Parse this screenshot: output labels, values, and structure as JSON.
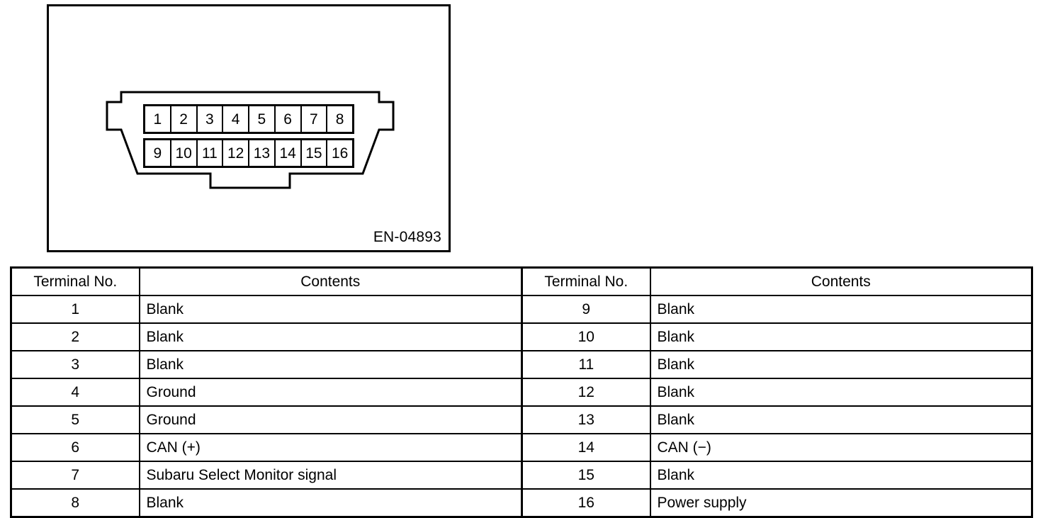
{
  "figure": {
    "code_label": "EN-04893",
    "connector_name": "data-link-connector",
    "pin_rows": [
      [
        "1",
        "2",
        "3",
        "4",
        "5",
        "6",
        "7",
        "8"
      ],
      [
        "9",
        "10",
        "11",
        "12",
        "13",
        "14",
        "15",
        "16"
      ]
    ]
  },
  "table": {
    "headers": {
      "terminal": "Terminal No.",
      "contents": "Contents"
    },
    "left_rows": [
      {
        "terminal": "1",
        "contents": "Blank"
      },
      {
        "terminal": "2",
        "contents": "Blank"
      },
      {
        "terminal": "3",
        "contents": "Blank"
      },
      {
        "terminal": "4",
        "contents": "Ground"
      },
      {
        "terminal": "5",
        "contents": "Ground"
      },
      {
        "terminal": "6",
        "contents": "CAN (+)"
      },
      {
        "terminal": "7",
        "contents": "Subaru Select Monitor signal"
      },
      {
        "terminal": "8",
        "contents": "Blank"
      }
    ],
    "right_rows": [
      {
        "terminal": "9",
        "contents": "Blank"
      },
      {
        "terminal": "10",
        "contents": "Blank"
      },
      {
        "terminal": "11",
        "contents": "Blank"
      },
      {
        "terminal": "12",
        "contents": "Blank"
      },
      {
        "terminal": "13",
        "contents": "Blank"
      },
      {
        "terminal": "14",
        "contents": "CAN (−)"
      },
      {
        "terminal": "15",
        "contents": "Blank"
      },
      {
        "terminal": "16",
        "contents": "Power supply"
      }
    ]
  },
  "colors": {
    "ink": "#000000",
    "paper": "#ffffff"
  }
}
